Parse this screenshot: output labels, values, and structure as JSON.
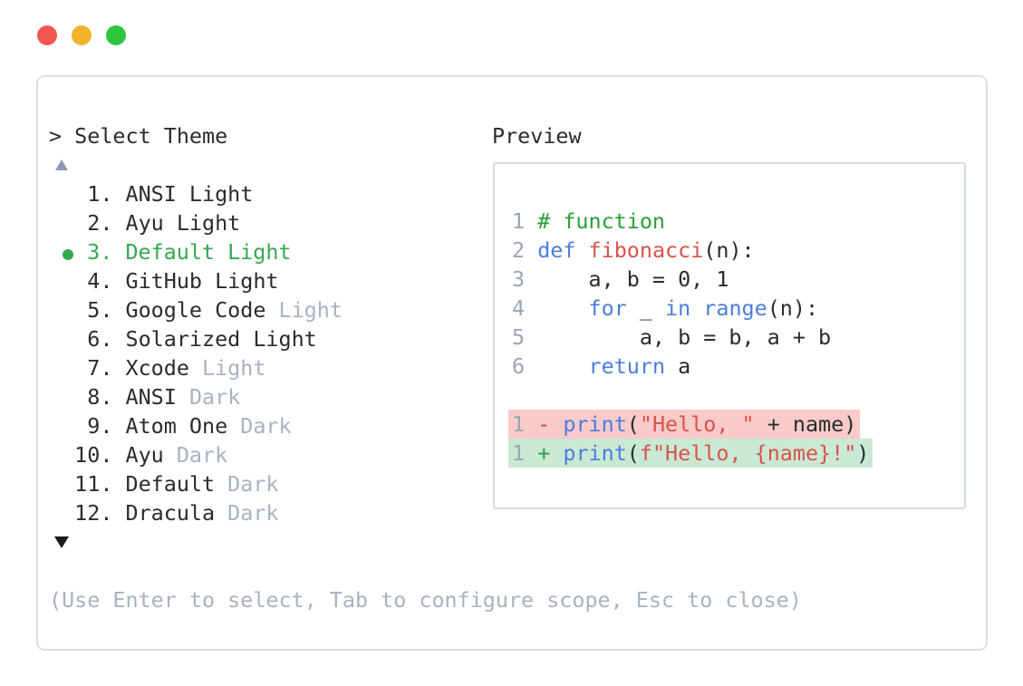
{
  "window": {
    "traffic_lights": [
      {
        "name": "close",
        "color": "#f2574f"
      },
      {
        "name": "minimize",
        "color": "#f3b32b"
      },
      {
        "name": "zoom",
        "color": "#2cc63f"
      }
    ]
  },
  "theme_picker": {
    "prompt": "> Select Theme",
    "scroll_up_icon": "triangle-up",
    "scroll_down_icon": "triangle-down",
    "selected_number": 3,
    "items": [
      {
        "number": 1,
        "name": "ANSI Light",
        "dim": "",
        "selected": false
      },
      {
        "number": 2,
        "name": "Ayu Light",
        "dim": "",
        "selected": false
      },
      {
        "number": 3,
        "name": "Default Light",
        "dim": "",
        "selected": true
      },
      {
        "number": 4,
        "name": "GitHub Light",
        "dim": "",
        "selected": false
      },
      {
        "number": 5,
        "name": "Google Code",
        "dim": "Light",
        "selected": false
      },
      {
        "number": 6,
        "name": "Solarized Light",
        "dim": "",
        "selected": false
      },
      {
        "number": 7,
        "name": "Xcode",
        "dim": "Light",
        "selected": false
      },
      {
        "number": 8,
        "name": "ANSI",
        "dim": "Dark",
        "selected": false
      },
      {
        "number": 9,
        "name": "Atom One",
        "dim": "Dark",
        "selected": false
      },
      {
        "number": 10,
        "name": "Ayu",
        "dim": "Dark",
        "selected": false
      },
      {
        "number": 11,
        "name": "Default",
        "dim": "Dark",
        "selected": false
      },
      {
        "number": 12,
        "name": "Dracula",
        "dim": "Dark",
        "selected": false
      }
    ],
    "help": "(Use Enter to select, Tab to configure scope, Esc to close)"
  },
  "preview": {
    "label": "Preview",
    "code_lines": [
      {
        "no": "1",
        "diff": "",
        "tokens": [
          [
            "# function",
            "comment"
          ]
        ]
      },
      {
        "no": "2",
        "diff": "",
        "tokens": [
          [
            "def",
            "keyword"
          ],
          [
            " ",
            "plain"
          ],
          [
            "fibonacci",
            "funcname"
          ],
          [
            "(n):",
            "plain"
          ]
        ]
      },
      {
        "no": "3",
        "diff": "",
        "tokens": [
          [
            "    a, b = 0, 1",
            "plain"
          ]
        ]
      },
      {
        "no": "4",
        "diff": "",
        "tokens": [
          [
            "    ",
            "plain"
          ],
          [
            "for",
            "keyword"
          ],
          [
            " _ ",
            "plain"
          ],
          [
            "in",
            "keyword"
          ],
          [
            " ",
            "plain"
          ],
          [
            "range",
            "keyword"
          ],
          [
            "(n):",
            "plain"
          ]
        ]
      },
      {
        "no": "5",
        "diff": "",
        "tokens": [
          [
            "        a, b = b, a + b",
            "plain"
          ]
        ]
      },
      {
        "no": "6",
        "diff": "",
        "tokens": [
          [
            "    ",
            "plain"
          ],
          [
            "return",
            "keyword"
          ],
          [
            " a",
            "plain"
          ]
        ]
      },
      {
        "no": "",
        "diff": "",
        "tokens": []
      },
      {
        "no": "1",
        "diff": "del",
        "tokens": [
          [
            "-",
            "del-sign"
          ],
          [
            " ",
            "plain"
          ],
          [
            "print",
            "keyword"
          ],
          [
            "(",
            "plain"
          ],
          [
            "\"Hello, \"",
            "string"
          ],
          [
            " + name)",
            "plain"
          ]
        ]
      },
      {
        "no": "1",
        "diff": "add",
        "tokens": [
          [
            "+",
            "add-sign"
          ],
          [
            " ",
            "plain"
          ],
          [
            "print",
            "keyword"
          ],
          [
            "(",
            "plain"
          ],
          [
            "f\"Hello, {name}!\"",
            "string"
          ],
          [
            ")",
            "plain"
          ]
        ]
      }
    ]
  },
  "colors": {
    "dark_text": "#272c33",
    "dim_text": "#a8b2c2",
    "line_number": "#9aa5b6",
    "accent_green": "#35a84f",
    "keyword_blue": "#4b7de0",
    "string_red": "#d9534a",
    "comment_green": "#2aa136",
    "diff_del_bg": "#f8cac8",
    "diff_add_bg": "#c9e9d4",
    "diff_del_sign": "#cf4436",
    "diff_add_sign": "#2f9e44",
    "panel_border": "#d9dee6",
    "traffic_red": "#f2574f",
    "traffic_yellow": "#f3b32b",
    "traffic_green": "#2cc63f"
  }
}
